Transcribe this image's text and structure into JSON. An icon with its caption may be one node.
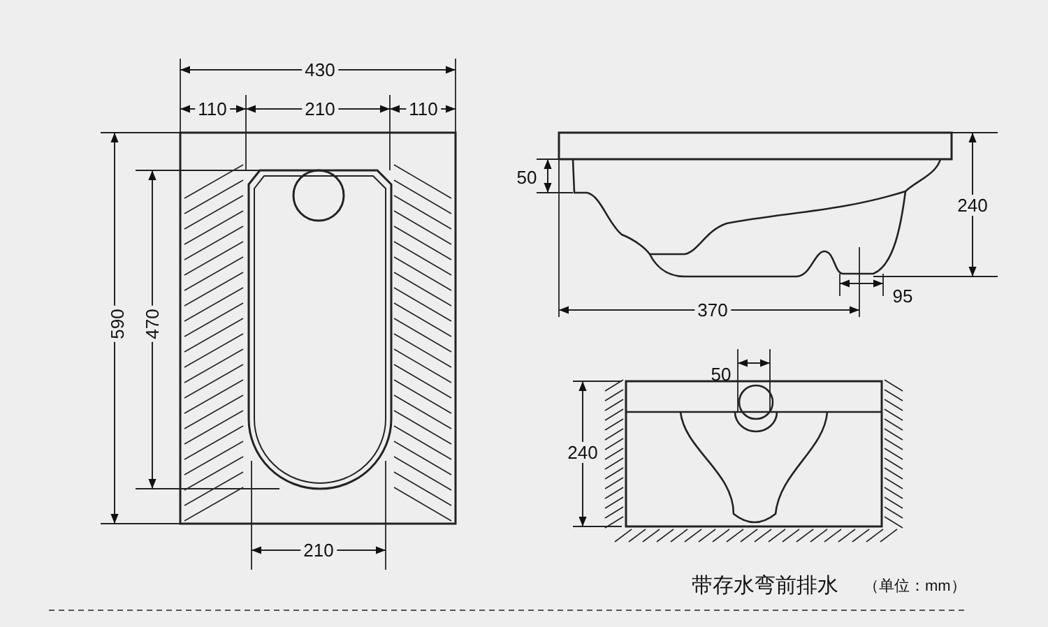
{
  "diagram": {
    "caption": "带存水弯前排水",
    "labels": [
      "430",
      "110",
      "210",
      "110",
      "50",
      "240",
      "590",
      "470",
      "370",
      "95",
      "50",
      "240",
      "210",
      "（单位：mm）"
    ]
  }
}
